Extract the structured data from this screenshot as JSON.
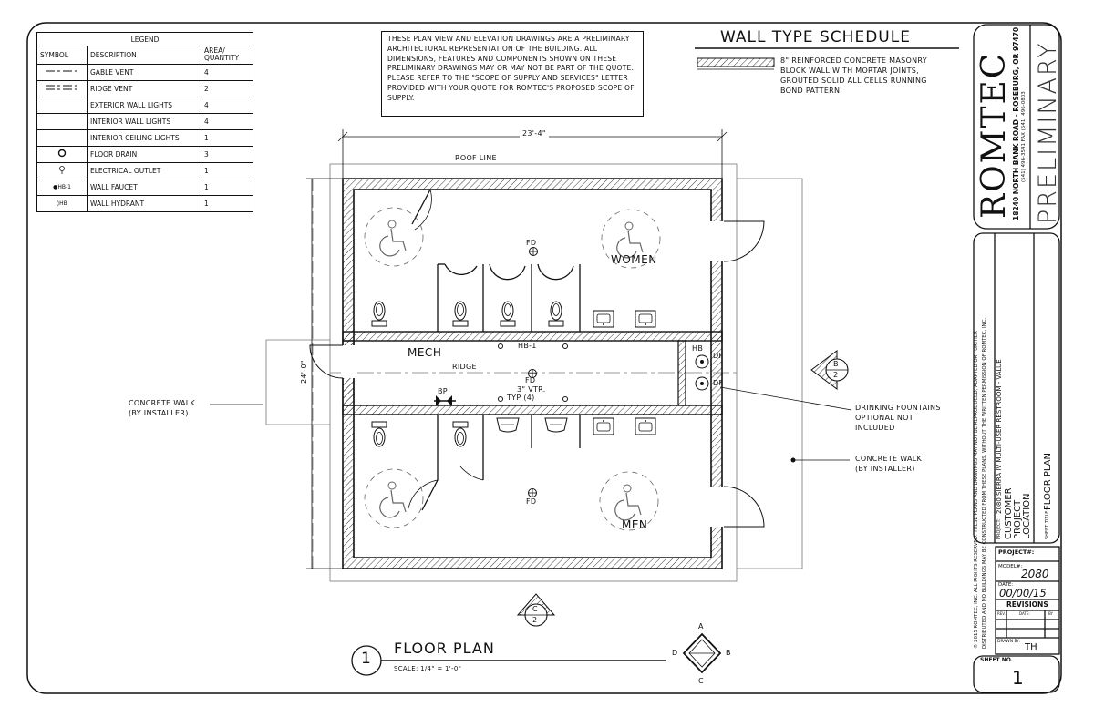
{
  "legend": {
    "title": "LEGEND",
    "headers": [
      "SYMBOL",
      "DESCRIPTION",
      "AREA/ QUANTITY"
    ],
    "rows": [
      {
        "symbol": "gable-vent",
        "description": "GABLE VENT",
        "quantity": "4"
      },
      {
        "symbol": "ridge-vent",
        "description": "RIDGE VENT",
        "quantity": "2"
      },
      {
        "symbol": "",
        "description": "EXTERIOR WALL LIGHTS",
        "quantity": "4"
      },
      {
        "symbol": "",
        "description": "INTERIOR WALL LIGHTS",
        "quantity": "4"
      },
      {
        "symbol": "",
        "description": "INTERIOR CEILING LIGHTS",
        "quantity": "1"
      },
      {
        "symbol": "floor-drain",
        "description": "FLOOR DRAIN",
        "quantity": "3"
      },
      {
        "symbol": "electrical-outlet",
        "description": "ELECTRICAL OUTLET",
        "quantity": "1"
      },
      {
        "symbol": "wall-faucet",
        "sym_label": "HB-1",
        "description": "WALL FAUCET",
        "quantity": "1"
      },
      {
        "symbol": "wall-hydrant",
        "sym_label": "HB",
        "description": "WALL HYDRANT",
        "quantity": "1"
      }
    ]
  },
  "disclaimer": "THESE PLAN VIEW AND ELEVATION DRAWINGS ARE A PRELIMINARY ARCHITECTURAL REPRESENTATION OF THE BUILDING. ALL DIMENSIONS, FEATURES AND COMPONENTS SHOWN ON THESE PRELIMINARY DRAWINGS MAY OR MAY NOT BE PART OF THE QUOTE. PLEASE REFER TO THE \"SCOPE OF SUPPLY AND SERVICES\" LETTER PROVIDED WITH YOUR QUOTE FOR ROMTEC'S PROPOSED SCOPE OF SUPPLY.",
  "wall_schedule": {
    "title": "WALL TYPE SCHEDULE",
    "lines": [
      "8\" REINFORCED CONCRETE MASONRY",
      "BLOCK WALL WITH MORTAR JOINTS,",
      "GROUTED SOLID ALL CELLS RUNNING",
      "BOND PATTERN."
    ]
  },
  "plan": {
    "width_dim": "23'-4\"",
    "height_dim": "24'-0\"",
    "roof_line": "ROOF LINE",
    "women": "WOMEN",
    "men": "MEN",
    "mech": "MECH",
    "ridge": "RIDGE",
    "hb1": "HB-1",
    "hb": "HB",
    "df": "DF",
    "fd": "FD",
    "vtr_1": "3\" VTR.",
    "vtr_2": "TYP (4)",
    "bp": "BP"
  },
  "callouts": {
    "walk_left": [
      "CONCRETE WALK",
      "(BY INSTALLER)"
    ],
    "walk_right": [
      "CONCRETE WALK",
      "(BY INSTALLER)"
    ],
    "fountains": [
      "DRINKING FOUNTAINS",
      "OPTIONAL NOT",
      "INCLUDED"
    ]
  },
  "section_markers": [
    {
      "letter": "B",
      "number": "2"
    },
    {
      "letter": "C",
      "number": "2"
    }
  ],
  "drawing_title": {
    "number": "1",
    "title": "FLOOR PLAN",
    "scale": "SCALE: 1/4\" = 1'-0\""
  },
  "compass": {
    "a": "A",
    "b": "B",
    "c": "C",
    "d": "D"
  },
  "title_block": {
    "company": "ROMTEC",
    "address": "18240 NORTH BANK ROAD - ROSEBURG, OR 97470",
    "phone": "(541) 496-3541   FAX (541) 496-0803",
    "stamp": "PRELIMINARY",
    "copyright": "© 2015 ROMTEC, INC.  ALL RIGHTS RESERVED. THESE PLANS AND DRAWINGS MAY NOT BE REPRODUCED, ADAPTED OR FURTHER",
    "copyright_2": "DISTRIBUTED AND NO BUILDINGS MAY BE CONSTRUCTED FROM THESE PLANS, WITHOUT THE WRITTEN PERMISSION OF ROMTEC, INC.",
    "project_label": "PROJECT:",
    "project_value": "2080 SIERRA IV MULTI-USER RESTROOM - VALUE",
    "customer": [
      "CUSTOMER",
      "PROJECT",
      "LOCATION"
    ],
    "sheet_title_label": "SHEET TITLE:",
    "sheet_title": "FLOOR PLAN",
    "project_no_label": "PROJECT#:",
    "model_label": "MODEL#:",
    "model": "2080",
    "date_label": "DATE:",
    "date": "00/00/15",
    "revisions": "REVISIONS",
    "rev_cols": [
      "REV.",
      "DATE:",
      "BY"
    ],
    "drawn_by_label": "DRAWN BY:",
    "drawn_by": "TH",
    "sheet_no_label": "SHEET NO.",
    "sheet_no": "1"
  }
}
